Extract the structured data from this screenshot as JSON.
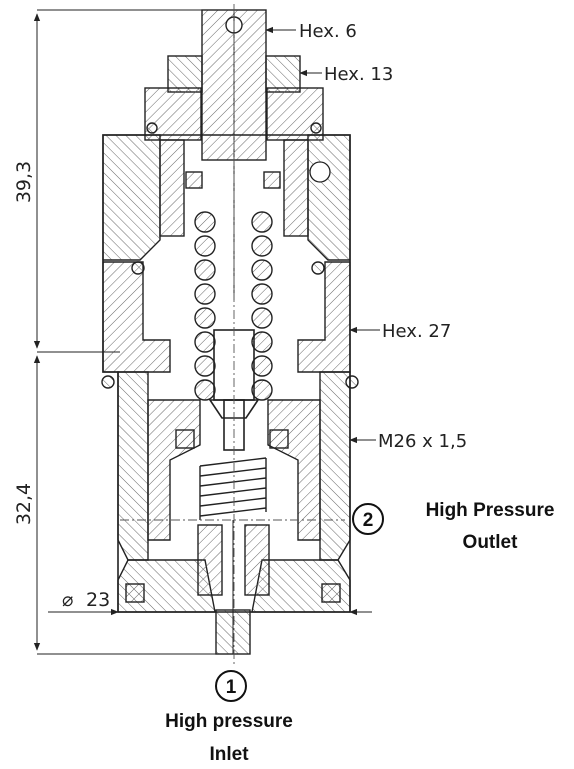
{
  "dimensions": {
    "upper_height": "39,3",
    "lower_height": "32,4",
    "diameter": "23",
    "diameter_symbol": "⌀"
  },
  "callouts": {
    "hex6": "Hex. 6",
    "hex13": "Hex. 13",
    "hex27": "Hex. 27",
    "thread": "M26 x 1,5"
  },
  "ports": {
    "outlet": {
      "number": "2",
      "line1": "High Pressure",
      "line2": "Outlet"
    },
    "inlet": {
      "number": "1",
      "line1": "High pressure",
      "line2": "Inlet"
    }
  }
}
